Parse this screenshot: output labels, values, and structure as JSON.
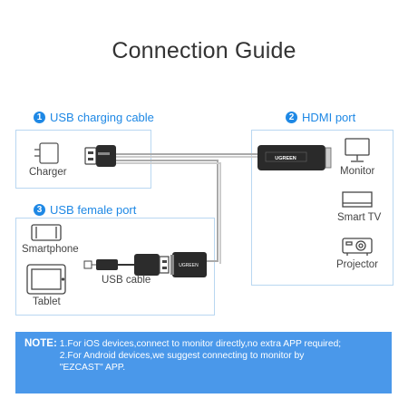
{
  "title": "Connection Guide",
  "sections": {
    "usb_charging": {
      "number": "1",
      "label": "USB charging cable"
    },
    "hdmi": {
      "number": "2",
      "label": "HDMI port"
    },
    "usb_female": {
      "number": "3",
      "label": "USB female port"
    }
  },
  "devices": {
    "charger": "Charger",
    "monitor": "Monitor",
    "smart_tv": "Smart TV",
    "projector": "Projector",
    "smartphone": "Smartphone",
    "tablet": "Tablet",
    "usb_cable": "USB cable"
  },
  "brand": {
    "hdmi_logo": "UGREEN",
    "adapter_logo": "UGREEN"
  },
  "note": {
    "label": "NOTE:",
    "line1": "1.For iOS devices,connect to monitor directly,no extra APP required;",
    "line2": "2.For Android devices,we suggest connecting to monitor by",
    "line3": "\"EZCAST\" APP."
  },
  "colors": {
    "accent": "#1e88e5",
    "box_border": "#b9d7f1",
    "note_bg": "#4a98ea"
  }
}
